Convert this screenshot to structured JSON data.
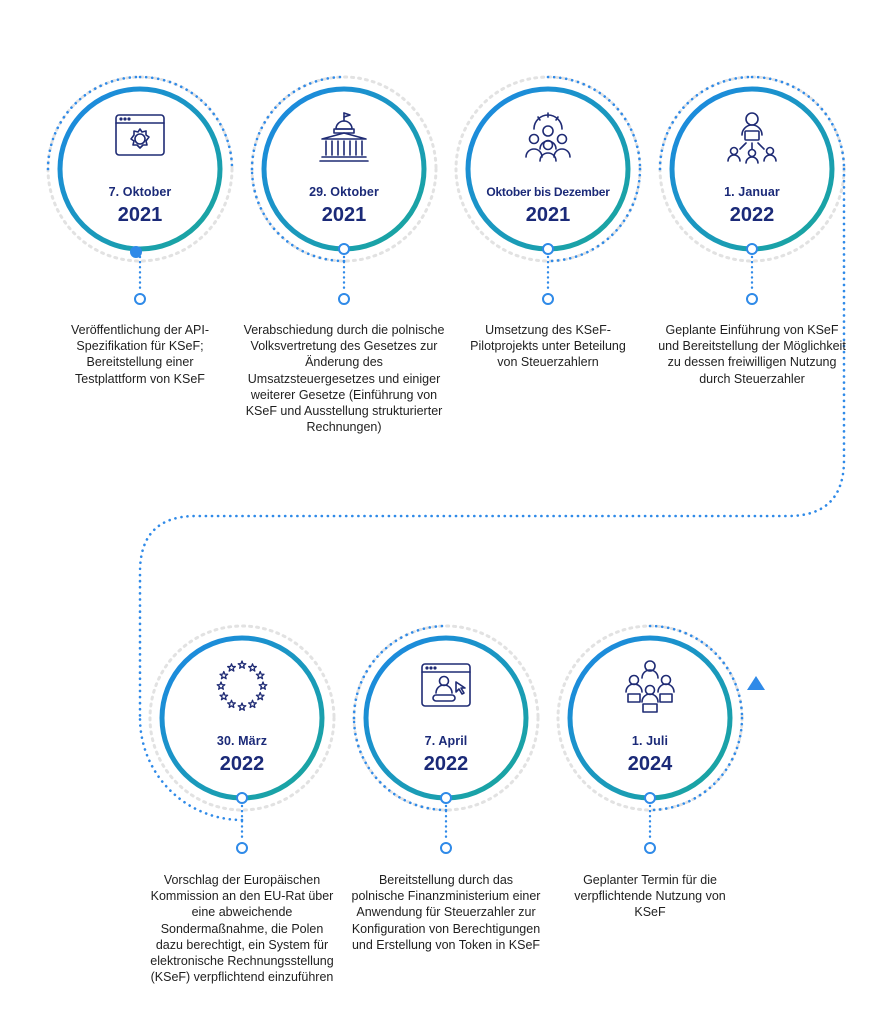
{
  "colors": {
    "ring_blue": "#1c87e6",
    "ring_teal": "#19a89a",
    "ring_light": "#e2e2e2",
    "dot_line": "#2f8ae8",
    "text_navy": "#1b2a78",
    "text_dark": "#1f1f1f",
    "icon_navy": "#1f2b74"
  },
  "milestones": [
    {
      "date": "7. Oktober",
      "year": "2021",
      "icon": "browser-gear-icon",
      "desc": "Veröffentlichung der API-Spezifikation für KSeF; Bereitstellung einer Testplattform von KSeF"
    },
    {
      "date": "29. Oktober",
      "year": "2021",
      "icon": "parliament-building-icon",
      "desc": "Verabschiedung durch die polnische Volksvertretung des Gesetzes zur Änderung des Umsatzsteuergesetzes und einiger weiterer Gesetze (Einführung von KSeF und Ausstellung strukturierter Rechnungen)"
    },
    {
      "date": "Oktober bis Dezember",
      "year": "2021",
      "icon": "team-gear-icon",
      "desc": "Umsetzung des KSeF-Pilotprojekts unter Beteilung von Steuerzahlern"
    },
    {
      "date": "1. Januar",
      "year": "2022",
      "icon": "user-network-icon",
      "desc": "Geplante Einführung von KSeF und Bereitstellung der Möglichkeit zu dessen freiwilligen Nutzung durch Steuerzahler"
    },
    {
      "date": "30. März",
      "year": "2022",
      "icon": "eu-stars-icon",
      "desc": "Vorschlag der Europäischen Kommission an den EU-Rat über eine abweichende Sondermaßnahme, die Polen dazu berechtigt, ein System für elektronische Rechnungsstellung (KSeF) verpflichtend einzuführen"
    },
    {
      "date": "7. April",
      "year": "2022",
      "icon": "browser-user-login-icon",
      "desc": "Bereitstellung durch das polnische Finanzministerium einer Anwendung für Steuerzahler zur Konfiguration von Berechtigungen und Erstellung von Token in KSeF"
    },
    {
      "date": "1. Juli",
      "year": "2024",
      "icon": "users-laptops-icon",
      "desc": "Geplanter Termin für die verpflichtende Nutzung von KSeF"
    }
  ]
}
